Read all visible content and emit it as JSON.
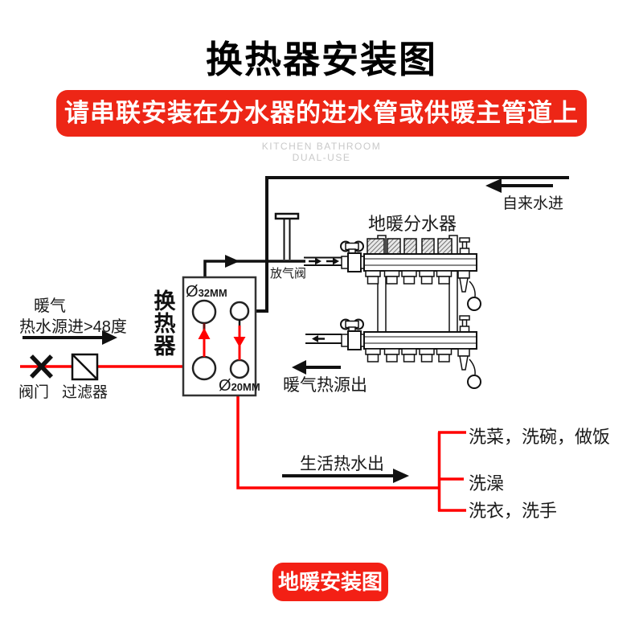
{
  "title": "换热器安装图",
  "banner": {
    "text": "请串联安装在分水器的进水管或供暖主管道上",
    "bg_color": "#ed2616"
  },
  "watermark": {
    "line1": "KITCHEN BATHROOM",
    "line2": "DUAL-USE"
  },
  "diagram": {
    "labels": {
      "tap_water_in": "自来水进",
      "manifold": "地暖分水器",
      "air_release_valve": "放气阀",
      "heat_exchanger": "换热器",
      "heating_source": "暖气",
      "heating_source_in": "热水源进>48度",
      "valve": "阀门",
      "filter": "过滤器",
      "heating_out": "暖气热源出",
      "pipe_size_top": "Ø32MM",
      "pipe_size_bottom": "Ø20MM",
      "domestic_hot_water_out": "生活热水出",
      "use_kitchen": "洗菜，洗碗，做饭",
      "use_bath": "洗澡",
      "use_laundry": "洗衣，洗手"
    },
    "colors": {
      "pipe_black": "#111111",
      "pipe_red": "#ff0000",
      "dark_red": "#6b1010",
      "hatch_gray": "#555555"
    }
  },
  "footer": {
    "text": "地暖安装图",
    "bg_color": "#f32015"
  }
}
